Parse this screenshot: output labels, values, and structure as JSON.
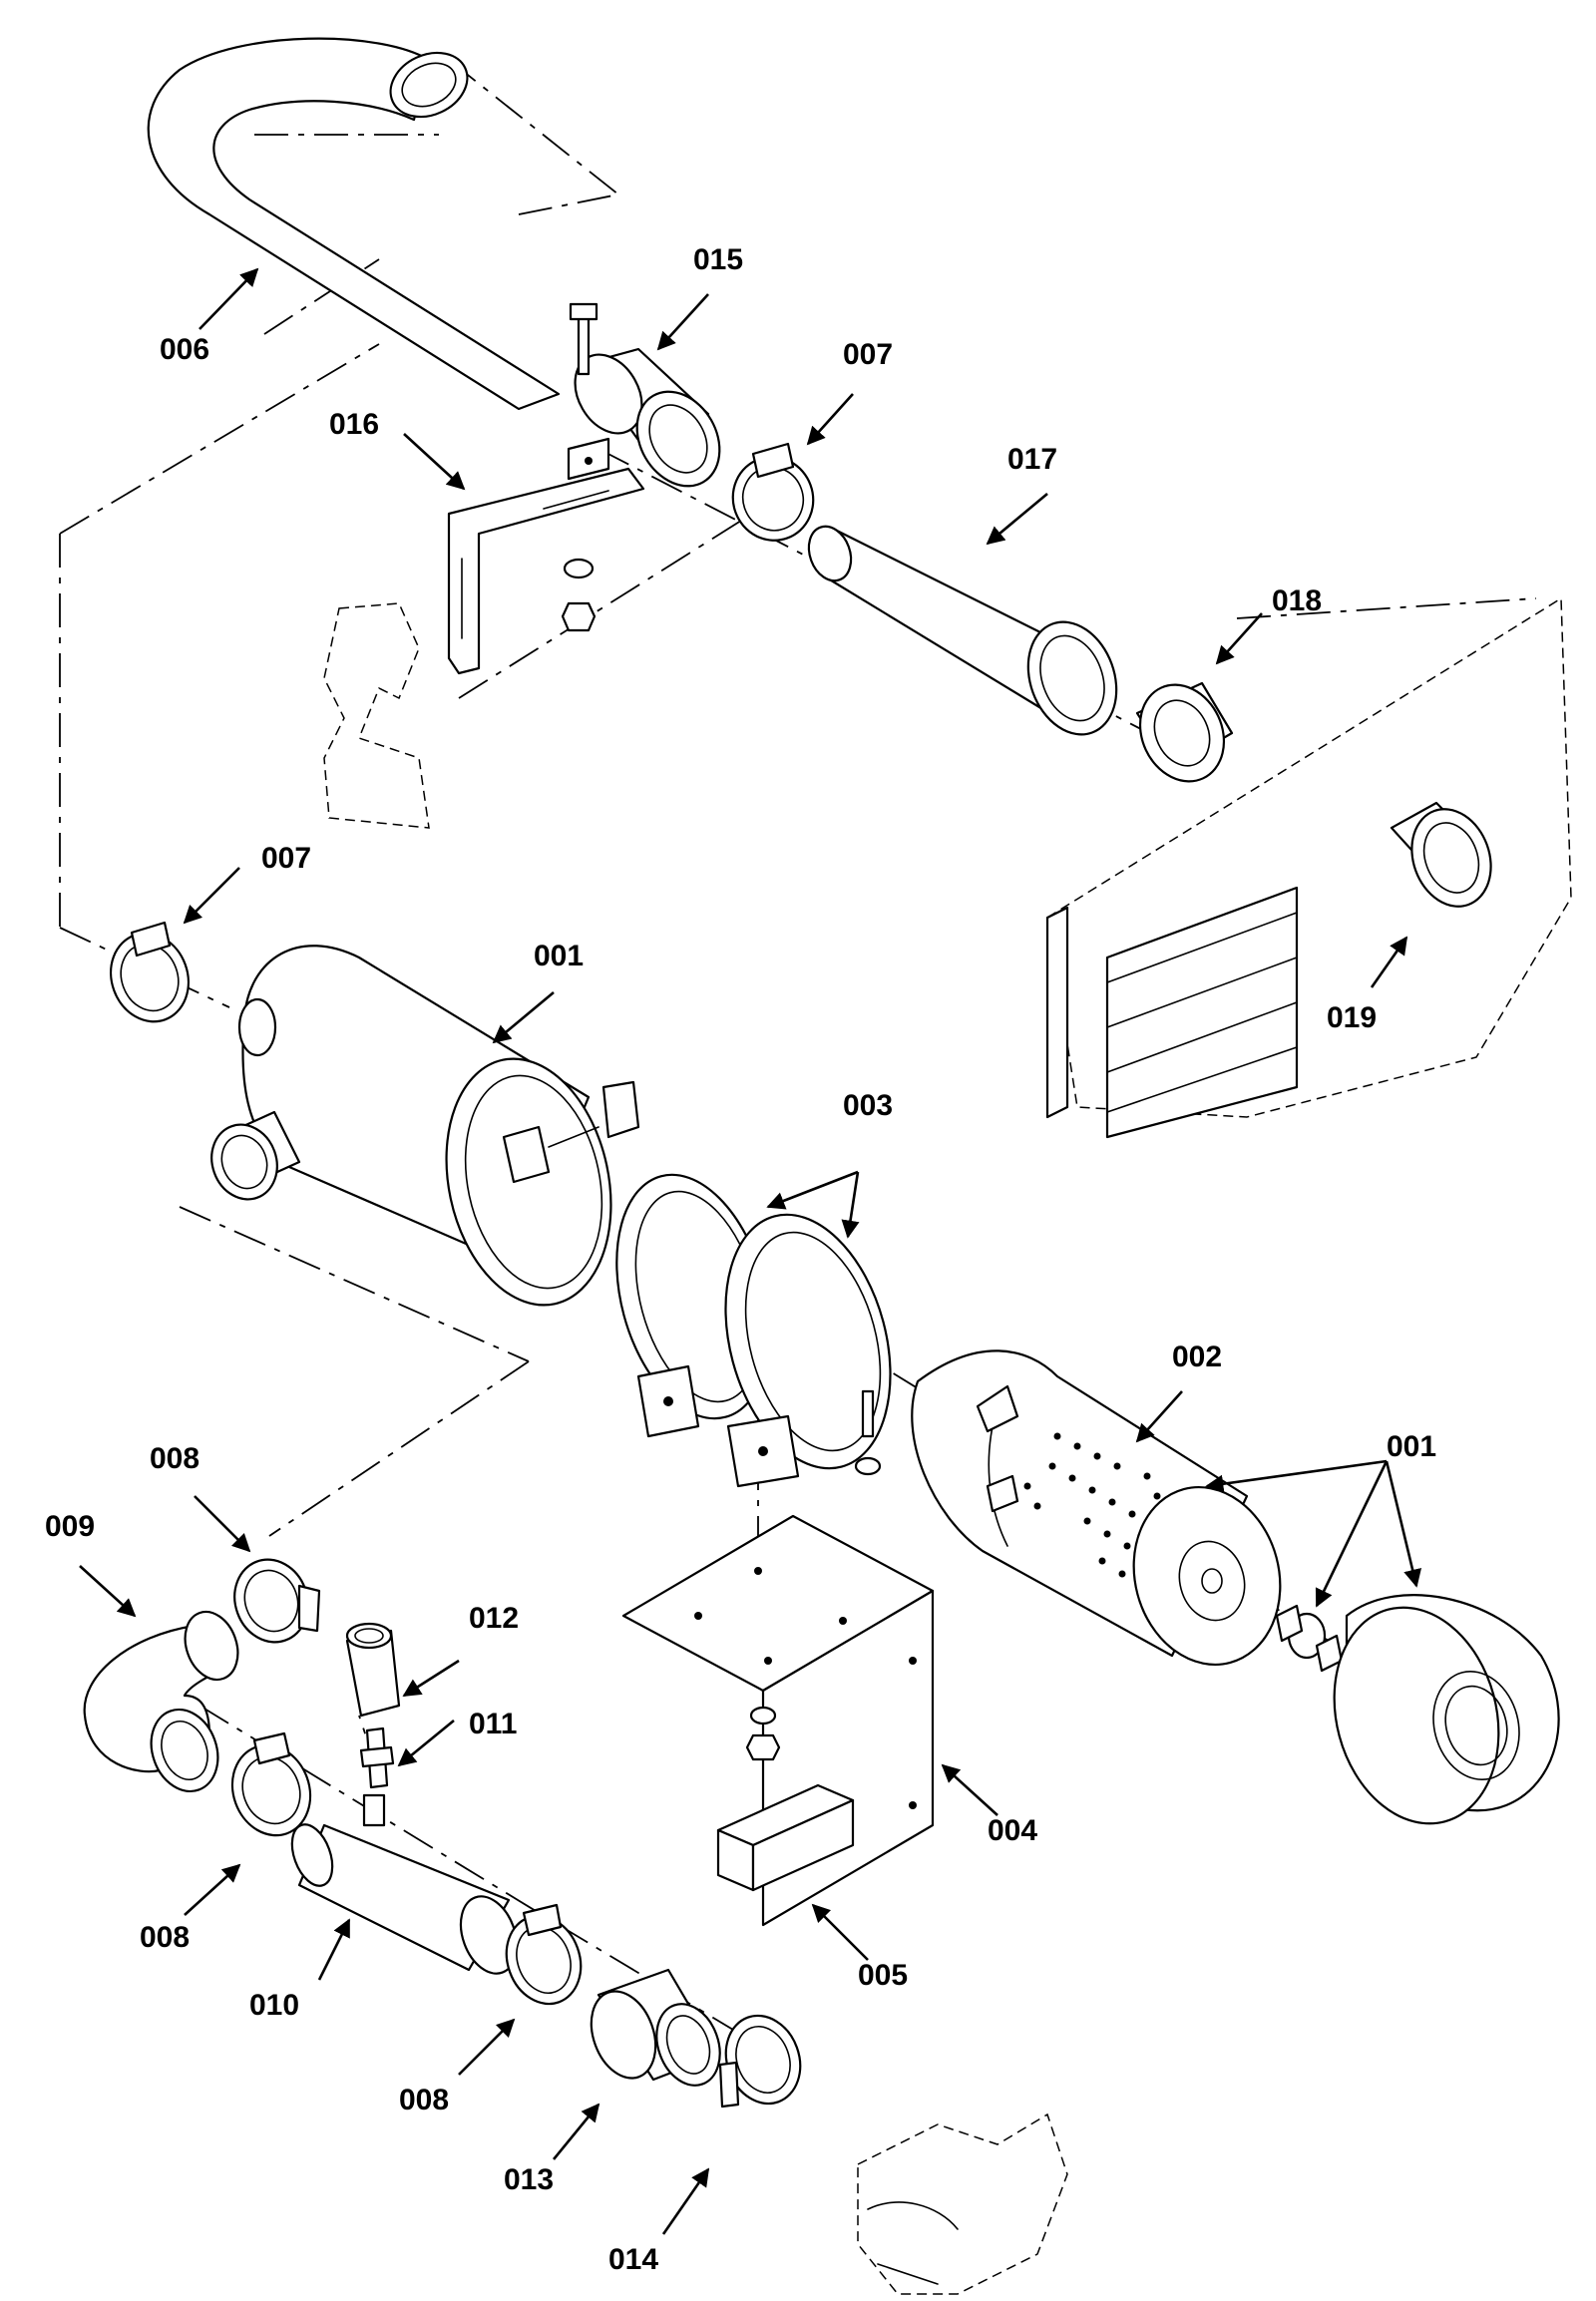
{
  "callouts": [
    {
      "id": "c-006",
      "label": "006"
    },
    {
      "id": "c-015",
      "label": "015"
    },
    {
      "id": "c-007a",
      "label": "007"
    },
    {
      "id": "c-016",
      "label": "016"
    },
    {
      "id": "c-017",
      "label": "017"
    },
    {
      "id": "c-018",
      "label": "018"
    },
    {
      "id": "c-007b",
      "label": "007"
    },
    {
      "id": "c-001a",
      "label": "001"
    },
    {
      "id": "c-019",
      "label": "019"
    },
    {
      "id": "c-003",
      "label": "003"
    },
    {
      "id": "c-002",
      "label": "002"
    },
    {
      "id": "c-001b",
      "label": "001"
    },
    {
      "id": "c-008a",
      "label": "008"
    },
    {
      "id": "c-009",
      "label": "009"
    },
    {
      "id": "c-012",
      "label": "012"
    },
    {
      "id": "c-011",
      "label": "011"
    },
    {
      "id": "c-008b",
      "label": "008"
    },
    {
      "id": "c-004",
      "label": "004"
    },
    {
      "id": "c-010",
      "label": "010"
    },
    {
      "id": "c-005",
      "label": "005"
    },
    {
      "id": "c-008c",
      "label": "008"
    },
    {
      "id": "c-013",
      "label": "013"
    },
    {
      "id": "c-014",
      "label": "014"
    }
  ]
}
